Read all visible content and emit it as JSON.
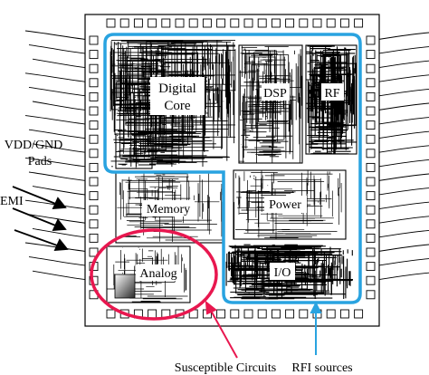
{
  "labels": {
    "digital_core_line1": "Digital",
    "digital_core_line2": "Core",
    "dsp": "DSP",
    "rf": "RF",
    "memory": "Memory",
    "power": "Power",
    "io": "I/O",
    "analog": "Analog",
    "vdd_gnd_line1": "VDD/GND",
    "vdd_gnd_line2": "Pads",
    "emi": "EMI",
    "susceptible_circuits": "Susceptible Circuits",
    "rfi_sources": "RFI sources"
  },
  "colors": {
    "rfi_outline": "#29a3e0",
    "susceptible_outline": "#e8174f",
    "pin_and_wire": "#000000"
  }
}
